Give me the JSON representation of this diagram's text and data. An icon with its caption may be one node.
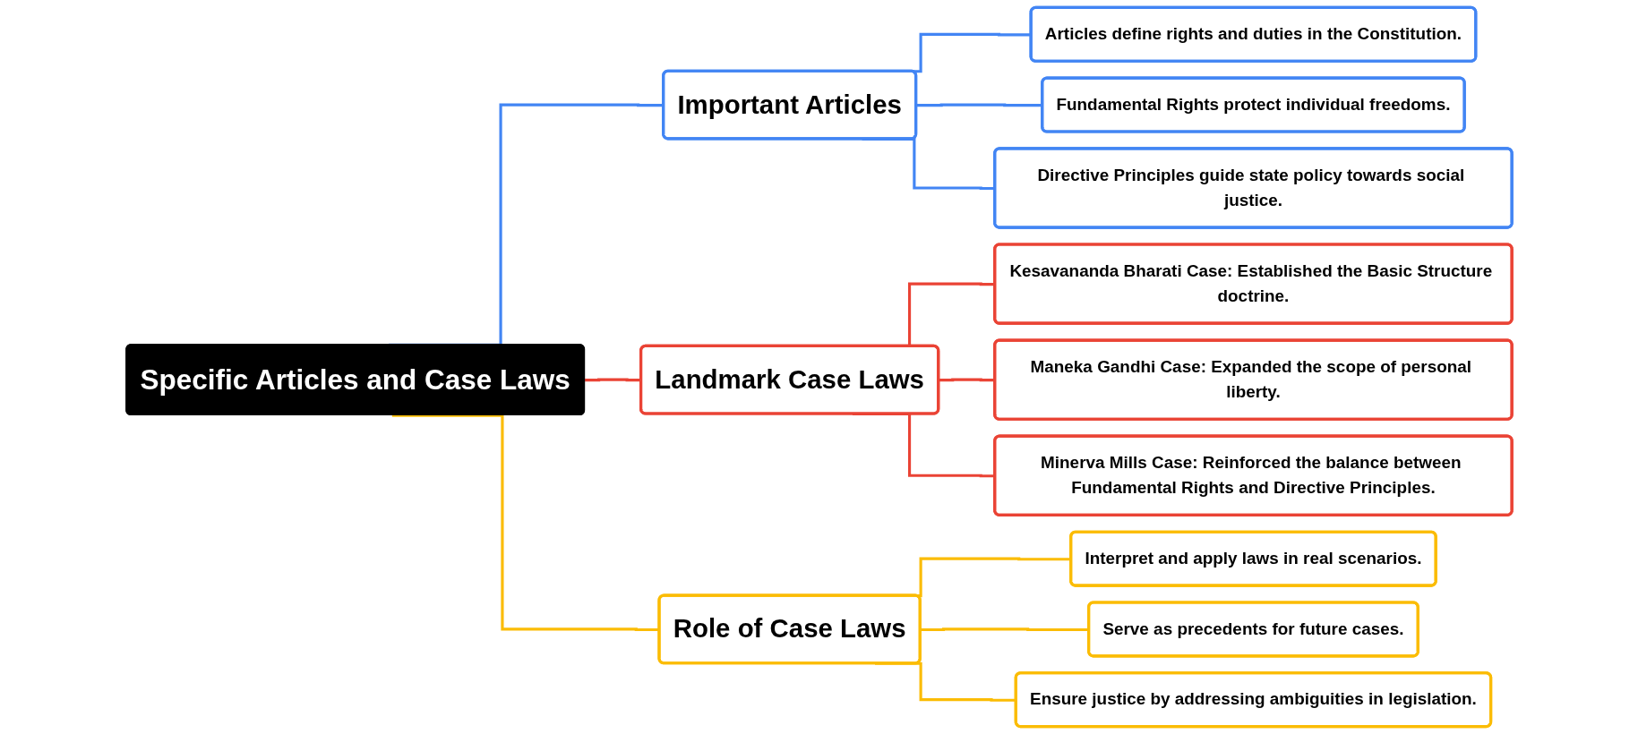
{
  "diagram": {
    "nodes": [
      {
        "text": [
          "Specific Articles and Case Laws"
        ]
      },
      {
        "text": [
          "Important Articles"
        ]
      },
      {
        "text": [
          "Articles define rights and duties in the Constitution."
        ]
      },
      {
        "text": [
          "Fundamental Rights protect individual freedoms."
        ]
      },
      {
        "text": [
          "Directive Principles guide state policy towards social justice."
        ]
      },
      {
        "text": [
          "Landmark Case Laws"
        ]
      },
      {
        "text": [
          "Kesavananda Bharati Case: Established the Basic Structure doctrine."
        ]
      },
      {
        "text": [
          "Maneka Gandhi Case: Expanded the scope of personal liberty."
        ]
      },
      {
        "text": [
          "Minerva Mills Case: Reinforced the balance between Fundamental Rights and Directive Principles."
        ]
      },
      {
        "text": [
          "Role of Case Laws"
        ]
      },
      {
        "text": [
          "Interpret and apply laws in real scenarios."
        ]
      },
      {
        "text": [
          "Serve as precedents for future cases."
        ]
      },
      {
        "text": [
          "Ensure justice by addressing ambiguities in legislation."
        ]
      }
    ],
    "edges": [
      {
        "from": 0,
        "to": 1,
        "arrow": "none",
        "color": "#4285f4"
      },
      {
        "from": 0,
        "to": 5,
        "arrow": "none",
        "color": "#ea4335"
      },
      {
        "from": 0,
        "to": 9,
        "arrow": "none",
        "color": "#fbbc04"
      },
      {
        "from": 1,
        "to": 2,
        "arrow": "none",
        "color": "#4285f4"
      },
      {
        "from": 1,
        "to": 3,
        "arrow": "none",
        "color": "#4285f4"
      },
      {
        "from": 1,
        "to": 4,
        "arrow": "none",
        "color": "#4285f4"
      },
      {
        "from": 5,
        "to": 6,
        "arrow": "none",
        "color": "#ea4335"
      },
      {
        "from": 5,
        "to": 7,
        "arrow": "none",
        "color": "#ea4335"
      },
      {
        "from": 5,
        "to": 8,
        "arrow": "none",
        "color": "#ea4335"
      },
      {
        "from": 9,
        "to": 10,
        "arrow": "none",
        "color": "#fbbc04"
      },
      {
        "from": 9,
        "to": 11,
        "arrow": "none",
        "color": "#fbbc04"
      },
      {
        "from": 9,
        "to": 12,
        "arrow": "none",
        "color": "#fbbc04"
      }
    ]
  }
}
